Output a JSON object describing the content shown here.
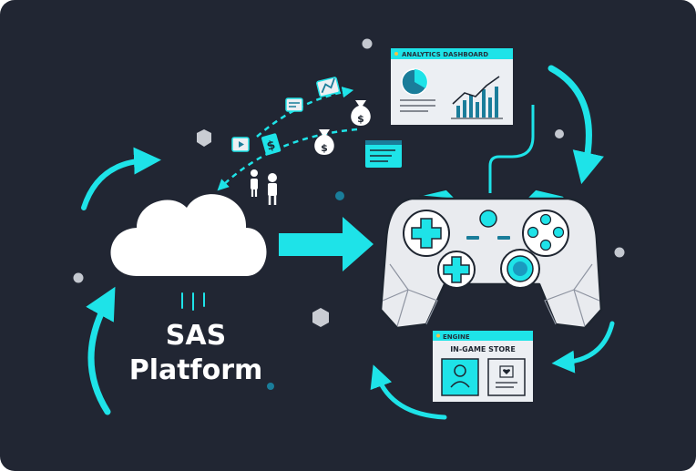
{
  "platform": {
    "line1": "SAS",
    "line2": "Platform"
  },
  "analytics_window": {
    "title": "ANALYTICS DASHBOARD"
  },
  "engine_window": {
    "title": "ENGINE",
    "heading": "IN-GAME STORE"
  },
  "icons": [
    "cloud-icon",
    "gamepad-icon",
    "money-bag-icon",
    "dollar-card-icon",
    "user-pair-icon",
    "hexagon-icon",
    "analytics-window",
    "engine-window"
  ],
  "colors": {
    "background": "#212633",
    "accent": "#1ee3e8",
    "white": "#ffffff",
    "panel": "#eceff3"
  }
}
